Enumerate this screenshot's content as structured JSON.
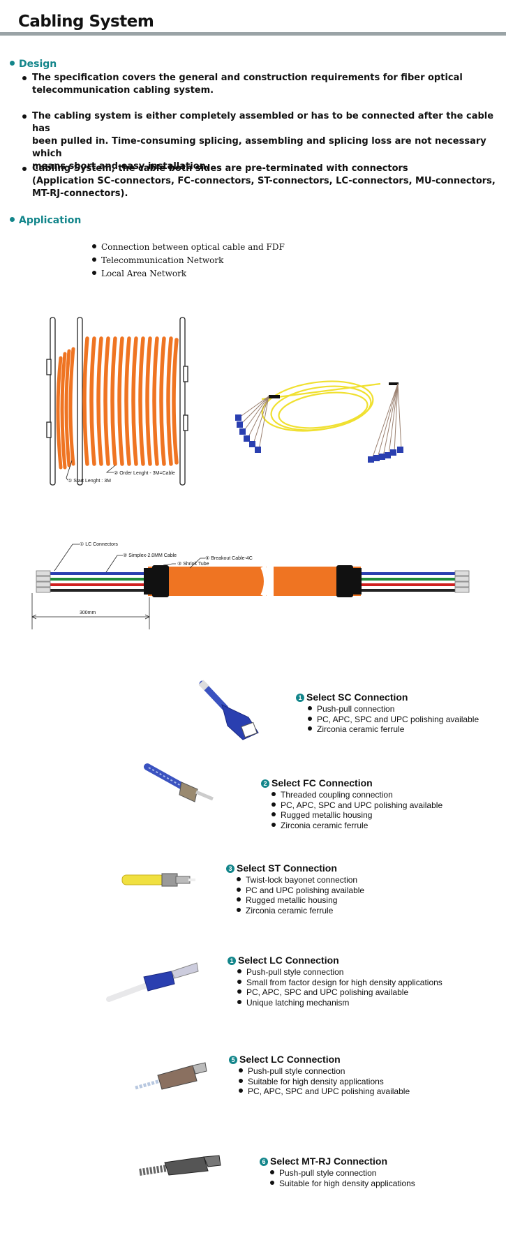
{
  "page": {
    "title": "Cabling System"
  },
  "design": {
    "heading": "Design",
    "paragraphs": [
      [
        "The specification covers the general and construction requirements for fiber optical",
        "telecommunication cabling system."
      ],
      [
        "The cabling system is either completely assembled or has to be connected after the cable has",
        "been pulled in. Time-consuming splicing, assembling and splicing loss are not necessary which",
        "means short and easy installation."
      ],
      [
        "Cabling System, the cable both sides are pre-terminated with connectors",
        "(Application SC-connectors, FC-connectors, ST-connectors, LC-connectors, MU-connectors,",
        "MT-RJ-connectors)."
      ]
    ]
  },
  "application": {
    "heading": "Application",
    "items": [
      "Connection between optical cable and FDF",
      "Telecommunication Network",
      "Local Area Network"
    ]
  },
  "reel_diagram": {
    "label_1": "① Start Lenght : 3M",
    "label_2": "② Order Lenght - 3M=Cable"
  },
  "cable_diagram": {
    "label_1": "① LC Connectors",
    "label_2": "② Simplex-2.0MM Cable",
    "label_3": "③ Shrink Tube",
    "label_4": "④ Breakout Cable-4C",
    "dimension": "300mm"
  },
  "connections": [
    {
      "num": "1",
      "title": "Select SC Connection",
      "items": [
        "Push-pull connection",
        "PC, APC, SPC and UPC polishing available",
        "Zirconia ceramic ferrule"
      ]
    },
    {
      "num": "2",
      "title": "Select FC Connection",
      "items": [
        "Threaded coupling connection",
        "PC, APC, SPC and UPC polishing available",
        "Rugged metallic housing",
        "Zirconia ceramic ferrule"
      ]
    },
    {
      "num": "3",
      "title": "Select ST Connection",
      "items": [
        "Twist-lock bayonet connection",
        "PC and UPC polishing available",
        "Rugged metallic housing",
        "Zirconia ceramic ferrule"
      ]
    },
    {
      "num": "1",
      "title": "Select LC Connection",
      "items": [
        "Push-pull style connection",
        "Small from factor design for high density applications",
        "PC, APC, SPC and UPC polishing available",
        "Unique latching mechanism"
      ]
    },
    {
      "num": "5",
      "title": "Select LC Connection",
      "items": [
        "Push-pull style connection",
        "Suitable for high density applications",
        "PC, APC, SPC and UPC polishing available"
      ]
    },
    {
      "num": "6",
      "title": "Select MT-RJ Connection",
      "items": [
        "Push-pull style connection",
        "Suitable for high density applications"
      ]
    }
  ],
  "colors": {
    "accent": "#12858a",
    "cable_orange": "#ef7422",
    "fiber_yellow": "#f0e030",
    "connector_blue": "#2a3fb0"
  }
}
